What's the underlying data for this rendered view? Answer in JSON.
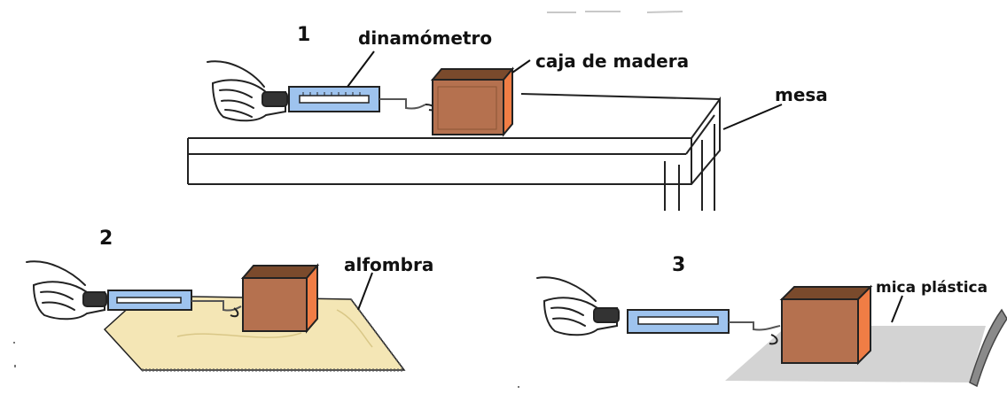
{
  "figure": {
    "panel_1": {
      "number": "1",
      "label_dynamometer": "dinamómetro",
      "label_box": "caja de madera",
      "label_table": "mesa"
    },
    "panel_2": {
      "number": "2",
      "label_surface": "alfombra"
    },
    "panel_3": {
      "number": "3",
      "label_surface": "mica plástica"
    }
  },
  "colors": {
    "box_front": "#b5714f",
    "box_top": "#7a4a2c",
    "box_side": "#f07d45",
    "dynamometer": "#9ec3ee",
    "carpet": "#f4e6b5",
    "plastic": "#d3d3d3"
  }
}
